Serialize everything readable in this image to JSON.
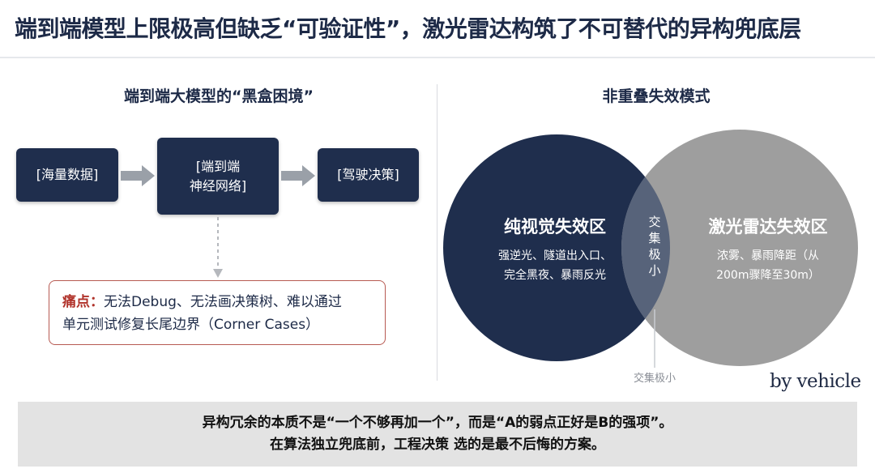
{
  "header": {
    "title": "端到端模型上限极高但缺乏“可验证性”，激光雷达构筑了不可替代的异构兜底层"
  },
  "left_panel": {
    "title": "端到端大模型的“黑盒困境”",
    "flow": [
      {
        "lines": [
          "[海量数据]"
        ]
      },
      {
        "lines": [
          "[端到端",
          "神经网络]"
        ]
      },
      {
        "lines": [
          "[驾驶决策]"
        ]
      }
    ],
    "pain_point": {
      "label": "痛点：",
      "line1": "无法Debug、无法画决策树、难以通过",
      "line2": "单元测试修复长尾边界（Corner Cases）"
    }
  },
  "right_panel": {
    "title": "非重叠失效模式",
    "left_circle": {
      "title": "纯视觉失效区",
      "line1": "强逆光、隧道出入口、",
      "line2": "完全黑夜、暴雨反光"
    },
    "right_circle": {
      "title": "激光雷达失效区",
      "line1": "浓雾、暴雨降距（从",
      "line2": "200m骤降至30m）"
    },
    "intersection_label": "交集极小",
    "intersection_chars": [
      "交",
      "集",
      "极",
      "小"
    ],
    "colors": {
      "left": "#1f2e4d",
      "right": "#9e9e9e",
      "overlap": "#57637a"
    }
  },
  "logo": "by vehicle",
  "summary": {
    "line1": "异构冗余的本质不是“一个不够再加一个”，而是“A的弱点正好是B的强项”。",
    "line2": "在算法独立兜底前，工程决策 选的是最不后悔的方案。"
  }
}
